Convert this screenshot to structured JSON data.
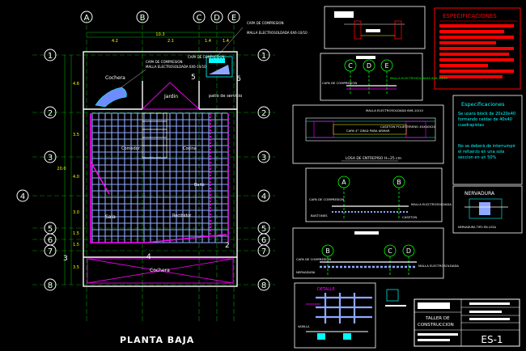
{
  "plan": {
    "title": "PLANTA BAJA",
    "grid_top": [
      "A",
      "B",
      "C",
      "D",
      "E"
    ],
    "grid_left": [
      "1",
      "2",
      "3",
      "4",
      "5",
      "6",
      "7",
      "8"
    ],
    "grid_right": [
      "1",
      "2",
      "3",
      "4",
      "5",
      "6",
      "7",
      "8"
    ],
    "dims_top": [
      "4.2",
      "10.3",
      "2.1",
      "1.4",
      "1.4"
    ],
    "dims_left": [
      "4.6",
      "3.5",
      "4.0",
      "3.0",
      "1.5",
      "1.5",
      "3.5"
    ],
    "dim_total": "20.0",
    "rooms": {
      "cochera_top": "Cochera",
      "jardin": "Jardin",
      "patio": "patio de servicio",
      "cochera_bottom": "Cochera",
      "sala": "Sala",
      "cocina": "Cocina",
      "comedor": "Comedor",
      "bano": "Baño",
      "recibidor": "Recibidor"
    },
    "section_marks": [
      "5",
      "6",
      "3",
      "4",
      "2"
    ],
    "notes": {
      "capa": "CAPA DE COMPRESION",
      "malla_top": "MALLA ELECTROSOLDADA 6X6-10/10",
      "capa_inner": "CAPA DE COMPRESION",
      "malla_inner": "MALLA ELECTROSOLDADA 6X6-10/10"
    }
  },
  "spec_box": {
    "title": "ESPECIFICACIONES"
  },
  "spec2": {
    "title": "Especificaciones",
    "text1": "Se usara block de 20x20x40 formando celdas de 40x40 cuadrapistas",
    "text2": "No se deberá de interrumpir el refuerzo en una sola seccion en un 50%"
  },
  "details": {
    "d1_labels": [
      "C",
      "D",
      "E"
    ],
    "d1_capa": "CAPA DE COMPRESION",
    "d1_malla": "MALLA ELECTROSOLDADA 6X6-10/10",
    "d2_malla": "MALLA ELECTROSOLDADA 6X6-10/10",
    "d2_varilla": "CAPA 4° GRAD PARA ARMAR",
    "d2_caseton": "CASETON POLIESTIRENO 40X40X20",
    "d2_caption": "LOSA DE ENTREPISO H=25 cm",
    "d3_labels": [
      "A",
      "B"
    ],
    "d3_capa": "CAPA DE COMPRESION",
    "d3_malla": "MALLA ELECTROSOLDADA",
    "d3_caseton": "CASETON",
    "d3_bastones": "BASTONES",
    "d4_labels": [
      "B",
      "C",
      "D"
    ],
    "d4_capa": "CAPA DE COMPRESION",
    "d4_nervadura": "NERVADURA",
    "d4_malla": "MALLA ELECTROSOLDADA",
    "nerv_title": "NERVADURA",
    "nerv_caption": "NERVADURA TIPO EN LOSA",
    "detalle_title": "DETALLE",
    "detalle_varilla": "VARILLA"
  },
  "titleblock": {
    "line1": "TALLER DE",
    "line2": "CONSTRUCCION",
    "sheet": "ES-1"
  },
  "colors": {
    "grid": "#00ff00",
    "wall": "#ffffff",
    "structure": "#ff00ff",
    "mesh": "#8fa8ff",
    "accent": "#ff0000",
    "cyan": "#00ffff",
    "yellow": "#ffff00"
  }
}
